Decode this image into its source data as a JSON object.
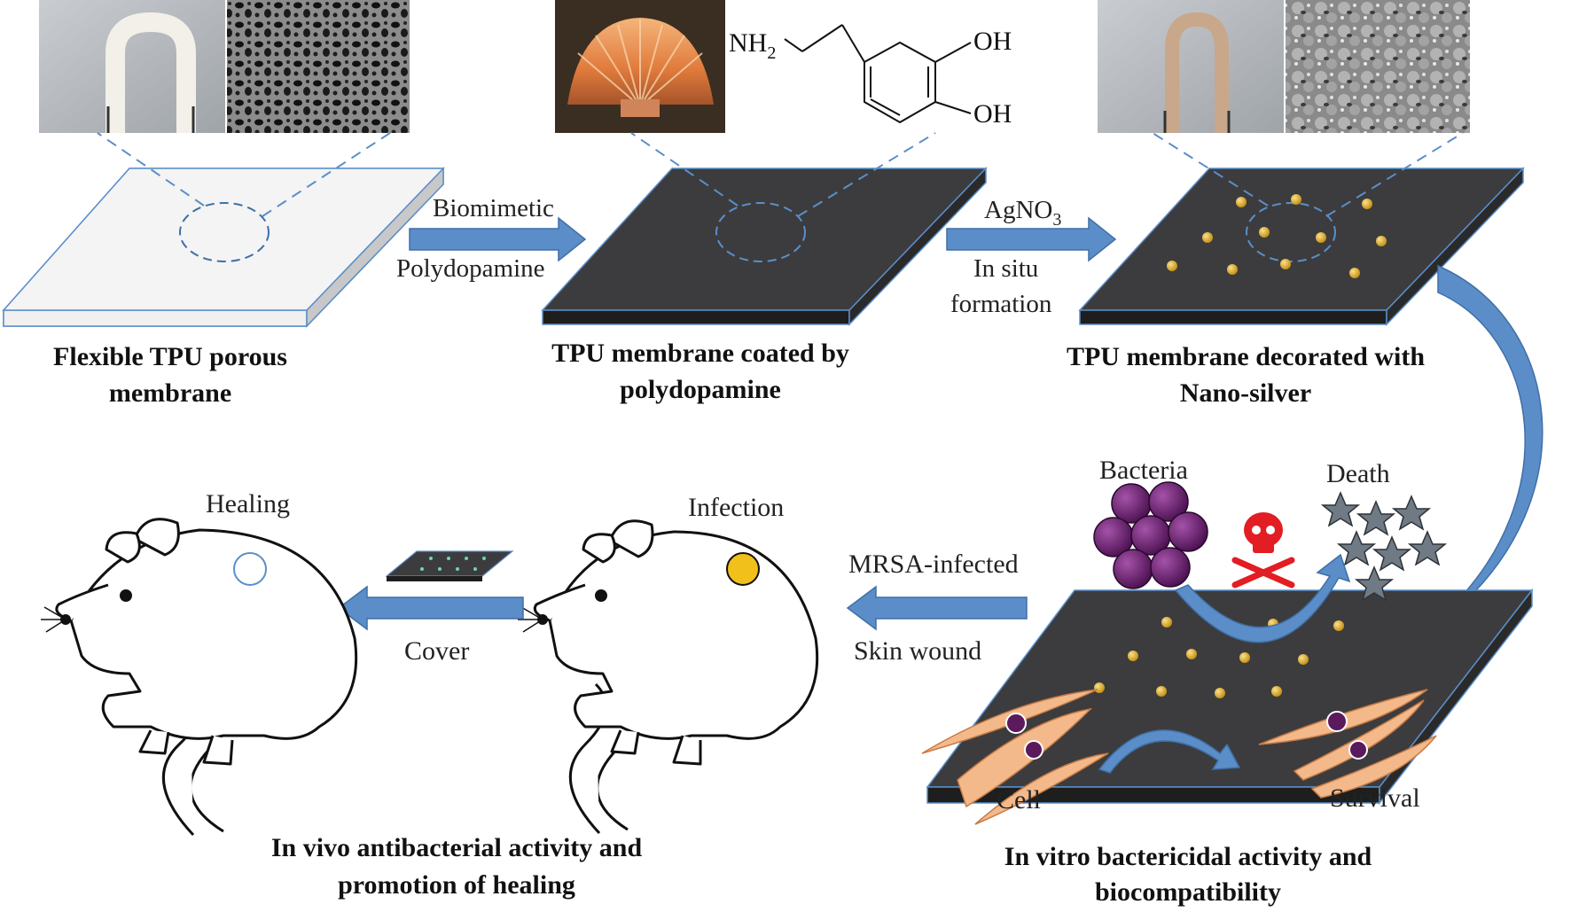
{
  "steps": {
    "step1_label_line1": "Flexible TPU porous",
    "step1_label_line2": "membrane",
    "step2_label_line1": "TPU membrane coated by",
    "step2_label_line2": "polydopamine",
    "step3_label_line1": "TPU membrane decorated with",
    "step3_label_line2": "Nano-silver",
    "step4_label_line1": "In vitro bactericidal activity and",
    "step4_label_line2": "biocompatibility",
    "step5_label_line1": "In vivo antibacterial activity and",
    "step5_label_line2": "promotion of healing"
  },
  "arrows": {
    "a1_top": "Biomimetic",
    "a1_bottom": "Polydopamine",
    "a2_top_main": "AgNO",
    "a2_top_sub": "3",
    "a2_mid": "In situ",
    "a2_bottom": "formation",
    "a3_top": "MRSA-infected",
    "a3_bottom": "Skin wound",
    "a4_bottom": "Cover"
  },
  "molecule": {
    "amine_main": "NH",
    "amine_sub": "2",
    "hydroxyl_1": "OH",
    "hydroxyl_2": "OH"
  },
  "invitro": {
    "bacteria": "Bacteria",
    "death": "Death",
    "cell": "Cell",
    "survival": "Survival"
  },
  "invivo": {
    "infection": "Infection",
    "healing": "Healing"
  },
  "colors": {
    "arrow_blue": "#5b8ec9",
    "membrane_dark": "#3c3c3e",
    "membrane_light": "#f4f4f4",
    "silver_dot": "#e7b52c",
    "bacteria": "#6a1f73",
    "infection_spot": "#f2c01a",
    "skull": "#e21d23",
    "cell": "#f4b98a"
  }
}
